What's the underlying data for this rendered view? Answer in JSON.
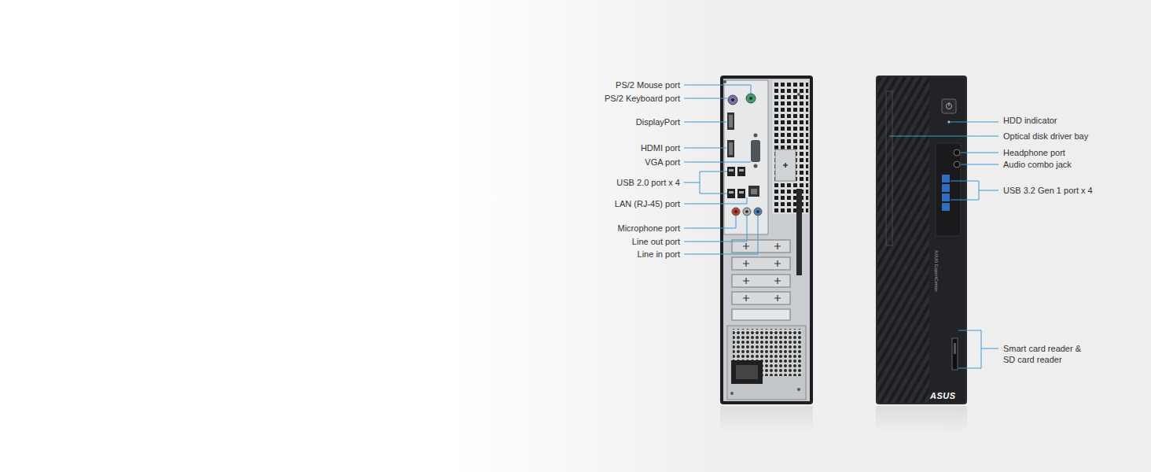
{
  "diagram": {
    "labels": [
      "PS/2 Mouse port",
      "PS/2 Keyboard port",
      "DisplayPort",
      "HDMI port",
      "VGA port",
      "USB 2.0 port x 4",
      "LAN (RJ-45) port",
      "Microphone port",
      "Line out port",
      "Line in port",
      "HDD indicator",
      "Optical disk driver bay",
      "Headphone port",
      "Audio combo jack",
      "USB 3.2 Gen 1 port x 4",
      "Smart card reader & SD card reader",
      "ASUS",
      "ASUS ExpertCenter"
    ]
  }
}
